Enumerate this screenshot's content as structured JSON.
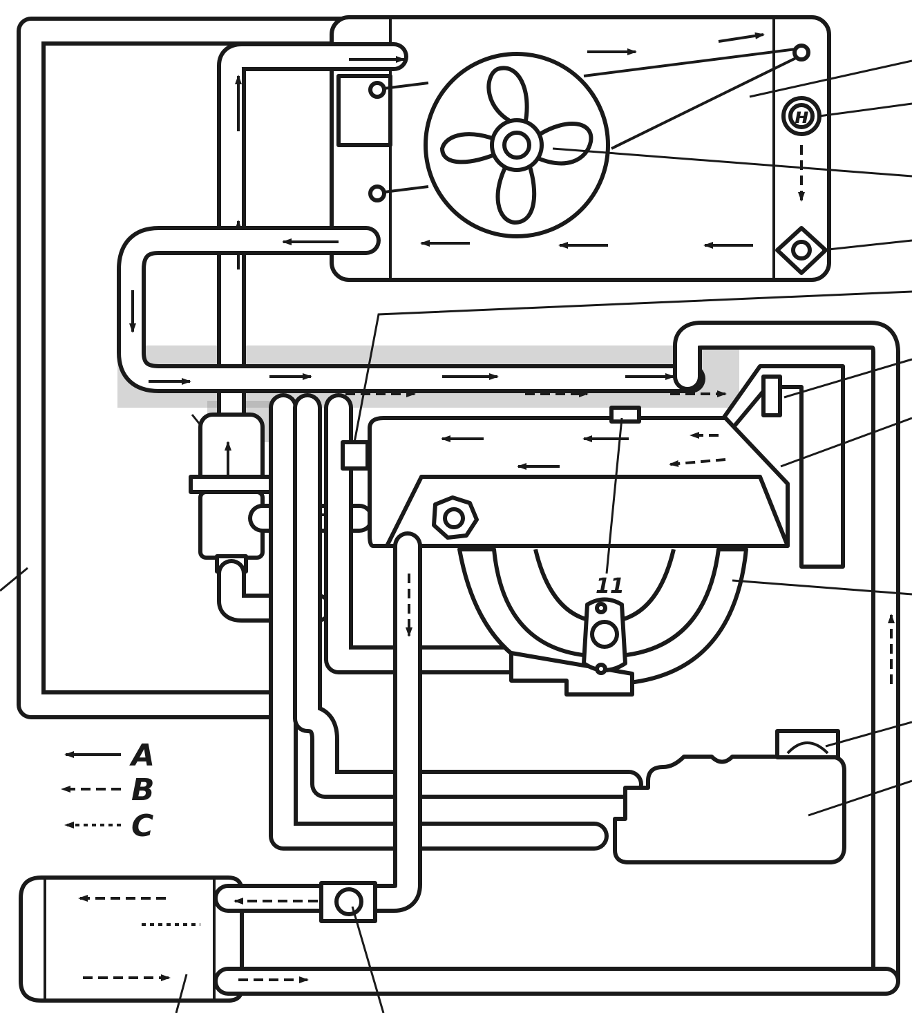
{
  "legend": [
    {
      "label": "A",
      "style": "solid"
    },
    {
      "label": "B",
      "style": "long-dash"
    },
    {
      "label": "C",
      "style": "short-dash"
    }
  ],
  "callouts": {
    "part_11": "11",
    "cap_letter": "н"
  },
  "colors": {
    "ink": "#1a1a1a",
    "paper": "#ffffff"
  }
}
